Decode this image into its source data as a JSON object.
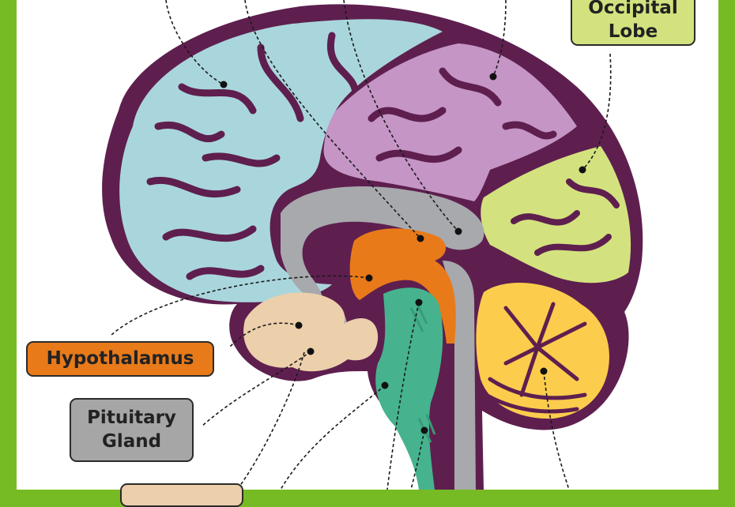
{
  "labels": {
    "occipital_lobe": [
      "Occipital",
      "Lobe"
    ],
    "hypothalamus": "Hypothalamus",
    "pituitary_gland": [
      "Pituitary",
      "Gland"
    ]
  },
  "colors": {
    "frame": "#76bb23",
    "outline": "#5e1f4f",
    "frontal_lobe": "#a9d6dc",
    "parietal_lobe": "#c595c6",
    "occipital_lobe": "#d3e27e",
    "cerebellum": "#fccc4d",
    "brain_stem": "#46b38e",
    "thalamus": "#e87a1a",
    "corpus_callosum": "#a7a9ac",
    "temporal_lobe": "#eccfab"
  }
}
